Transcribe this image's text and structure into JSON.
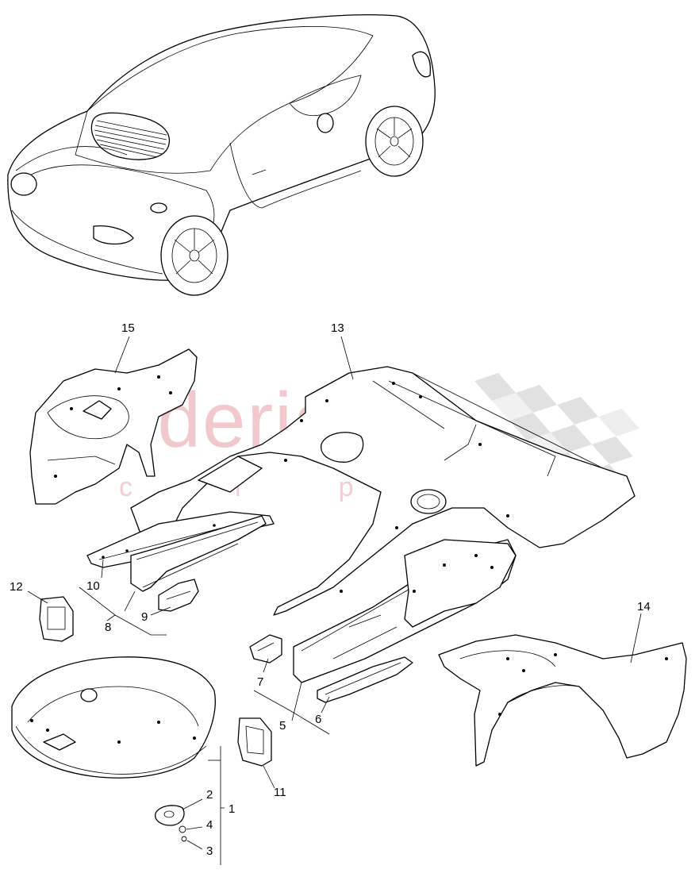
{
  "diagram": {
    "watermark": {
      "brand": "scuderia",
      "tagline": "car parts",
      "color": "#e8a6ad",
      "checker_color": "#d6d6d6"
    },
    "callouts": [
      {
        "id": "c1",
        "text": "1"
      },
      {
        "id": "c2",
        "text": "2"
      },
      {
        "id": "c3",
        "text": "3"
      },
      {
        "id": "c4",
        "text": "4"
      },
      {
        "id": "c5",
        "text": "5"
      },
      {
        "id": "c6",
        "text": "6"
      },
      {
        "id": "c7",
        "text": "7"
      },
      {
        "id": "c8",
        "text": "8"
      },
      {
        "id": "c9",
        "text": "9"
      },
      {
        "id": "c10",
        "text": "10"
      },
      {
        "id": "c11",
        "text": "11"
      },
      {
        "id": "c12",
        "text": "12"
      },
      {
        "id": "c13",
        "text": "13"
      },
      {
        "id": "c14",
        "text": "14"
      },
      {
        "id": "c15",
        "text": "15"
      }
    ]
  }
}
